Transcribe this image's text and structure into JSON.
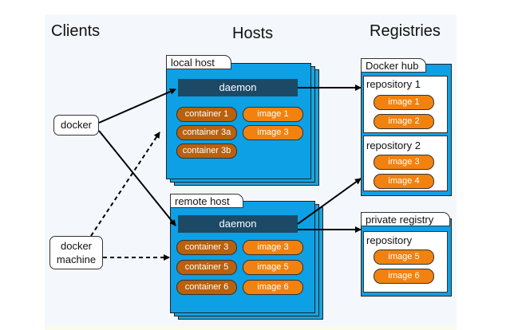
{
  "columns": {
    "clients": "Clients",
    "hosts": "Hosts",
    "registries": "Registries"
  },
  "clients": {
    "docker": "docker",
    "docker_machine_line1": "docker",
    "docker_machine_line2": "machine"
  },
  "local_host": {
    "label": "local host",
    "daemon": "daemon",
    "containers": [
      "container 1",
      "container 3a",
      "container 3b"
    ],
    "images": [
      "image 1",
      "image 3"
    ]
  },
  "remote_host": {
    "label": "remote host",
    "daemon": "daemon",
    "containers": [
      "container 3",
      "container 5",
      "container 6"
    ],
    "images": [
      "image 3",
      "image 5",
      "image 6"
    ]
  },
  "docker_hub": {
    "label": "Docker hub",
    "repositories": [
      {
        "label": "repository 1",
        "images": [
          "image 1",
          "image 2"
        ]
      },
      {
        "label": "repository 2",
        "images": [
          "image 3",
          "image 4"
        ]
      }
    ]
  },
  "private_registry": {
    "label": "private registry",
    "repository": {
      "label": "repository",
      "images": [
        "image 5",
        "image 6"
      ]
    }
  },
  "colors": {
    "host_blue": "#0da0e4",
    "daemon": "#1c4a66",
    "container": "#b8610e",
    "image": "#f2820f"
  }
}
